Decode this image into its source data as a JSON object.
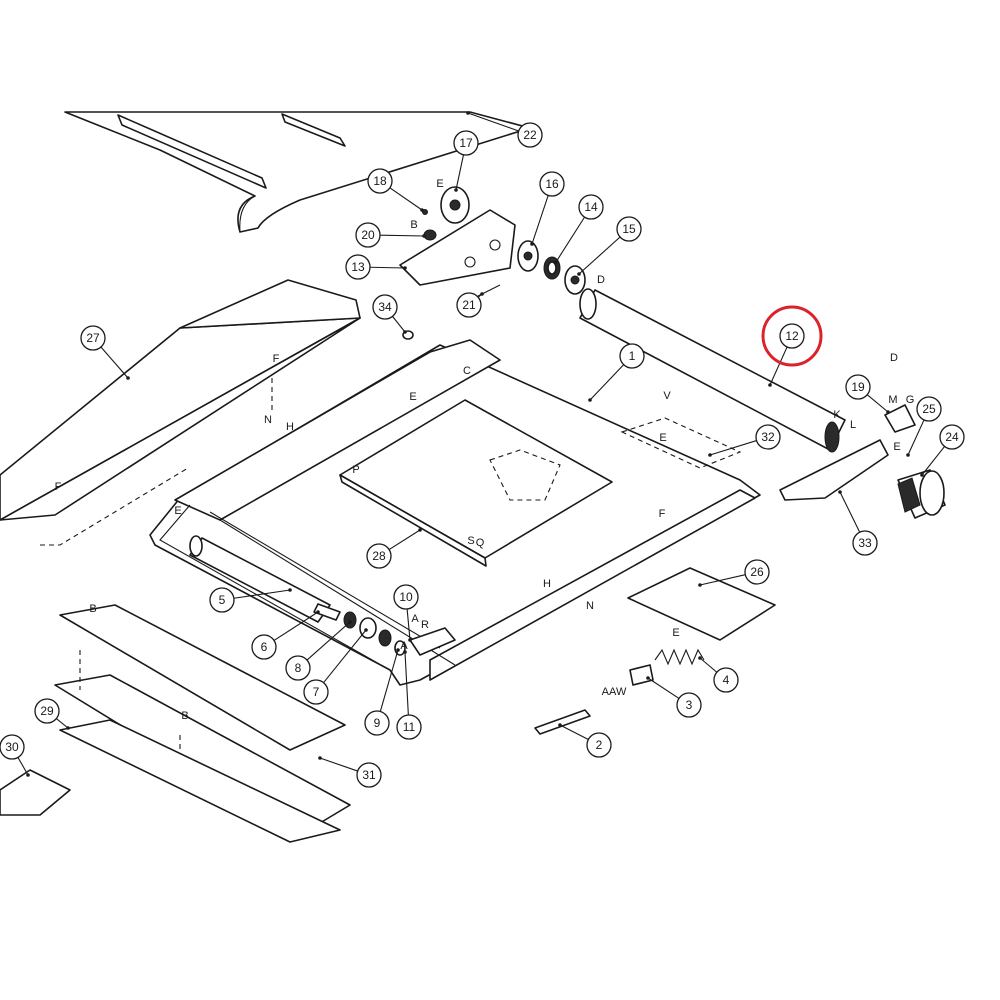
{
  "colors": {
    "line": "#1a1a1a",
    "highlight": "#d9242a",
    "background": "#ffffff"
  },
  "highlighted_part": "12",
  "callouts": [
    "1",
    "2",
    "3",
    "4",
    "5",
    "6",
    "7",
    "8",
    "9",
    "10",
    "11",
    "12",
    "13",
    "14",
    "15",
    "16",
    "17",
    "18",
    "19",
    "20",
    "21",
    "22",
    "24",
    "25",
    "26",
    "27",
    "28",
    "29",
    "30",
    "31",
    "32",
    "33",
    "34"
  ],
  "letters": [
    "A",
    "B",
    "C",
    "D",
    "E",
    "F",
    "G",
    "H",
    "K",
    "L",
    "M",
    "N",
    "P",
    "Q",
    "R",
    "S",
    "V"
  ],
  "spring_label": "AAW"
}
